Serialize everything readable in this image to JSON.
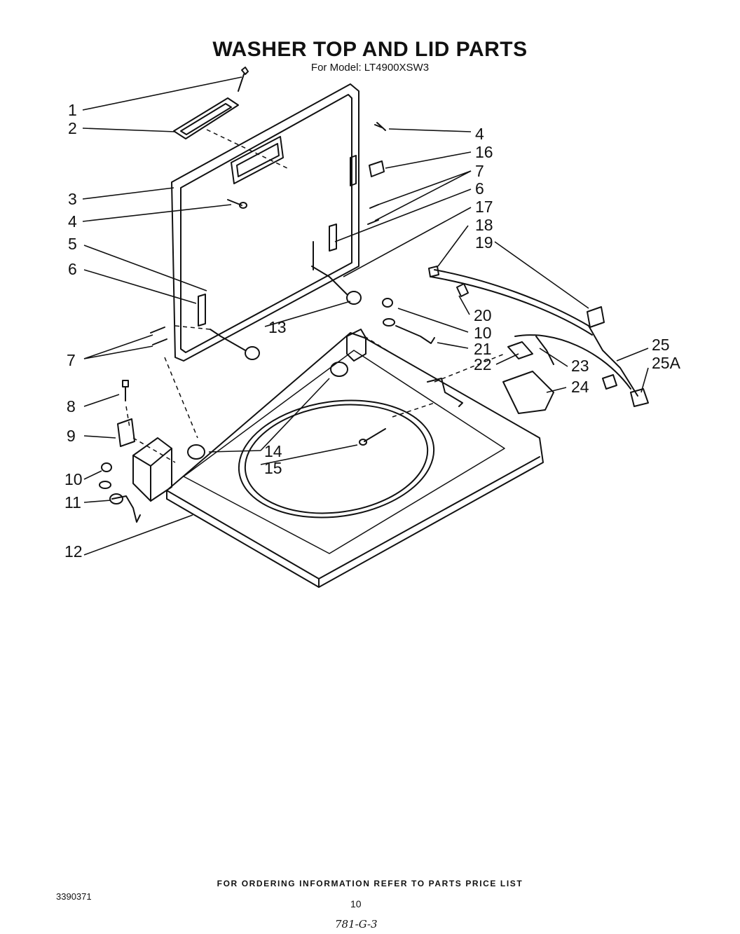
{
  "title": "WASHER TOP AND LID PARTS",
  "subtitle": "For Model: LT4900XSW3",
  "callouts": [
    "1",
    "2",
    "3",
    "4",
    "5",
    "6",
    "7",
    "8",
    "9",
    "10",
    "11",
    "12",
    "13",
    "14",
    "15",
    "16",
    "7",
    "6",
    "17",
    "18",
    "19",
    "20",
    "10",
    "21",
    "22",
    "23",
    "25",
    "25A",
    "24",
    "4"
  ],
  "footer": "FOR ORDERING INFORMATION REFER TO PARTS PRICE LIST",
  "doc_number": "3390371",
  "page_number": "10",
  "handwritten_note": "781-G-3"
}
